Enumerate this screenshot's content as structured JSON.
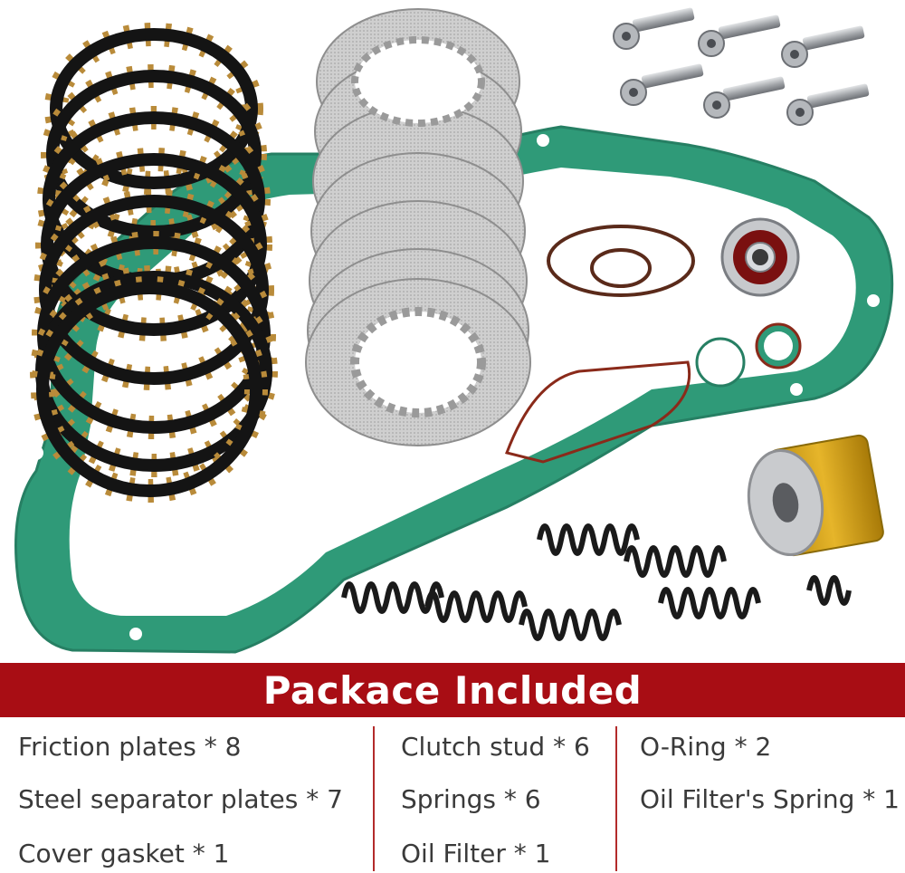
{
  "colors": {
    "banner": "#a80d14",
    "divider": "#b32b2b",
    "gasket": "#2f9a78",
    "gasket_dark": "#267f63",
    "friction": "#141414",
    "friction_pad": "#b98b3a",
    "steel": "#c8c8c8",
    "oring": "#5a2a1a",
    "spring": "#1a1a1a",
    "filter": "#d4a017",
    "bolt": "#a9acb0"
  },
  "banner": {
    "title": "Packace Included"
  },
  "columns": [
    {
      "items": [
        "Friction plates * 8",
        "Steel separator plates * 7",
        "Cover gasket * 1"
      ]
    },
    {
      "items": [
        "Clutch stud * 6",
        "Springs * 6",
        "Oil Filter * 1"
      ]
    },
    {
      "items": [
        "O-Ring * 2",
        "Oil Filter's Spring * 1"
      ]
    }
  ]
}
